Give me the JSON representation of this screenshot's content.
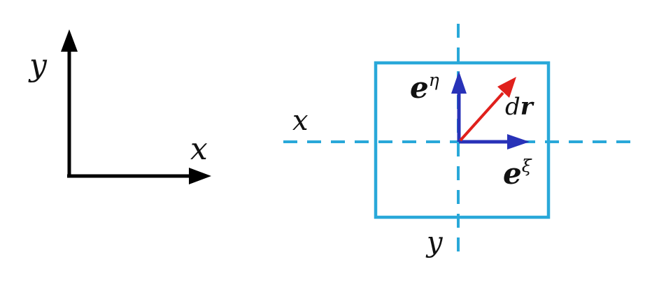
{
  "global_axes": {
    "x_label": "x",
    "y_label": "y"
  },
  "element": {
    "x_label": "x",
    "y_label": "y",
    "basis_eta": {
      "base": "e",
      "superscript": "η"
    },
    "basis_xi": {
      "base": "e",
      "superscript": "ξ"
    },
    "displacement": {
      "prefix": "d",
      "vector": "r"
    }
  },
  "colors": {
    "global_axes": "#000000",
    "element_square": "#29a8d9",
    "dashed_axes": "#29a8d9",
    "basis_vectors": "#2832b8",
    "displacement_vector": "#e0201c"
  }
}
